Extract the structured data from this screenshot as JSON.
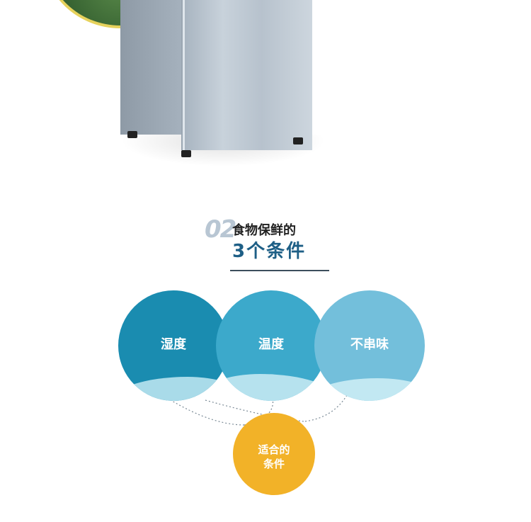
{
  "heading": {
    "number": "02",
    "line1": "食物保鲜的",
    "line2": "3个条件"
  },
  "circles": [
    {
      "label": "湿度",
      "color": "#1a8cb0"
    },
    {
      "label": "温度",
      "color": "#3ca9cb"
    },
    {
      "label": "不串味",
      "color": "#73bfdb"
    }
  ],
  "result": {
    "line1": "适合的",
    "line2": "条件",
    "color": "#f2b228"
  }
}
